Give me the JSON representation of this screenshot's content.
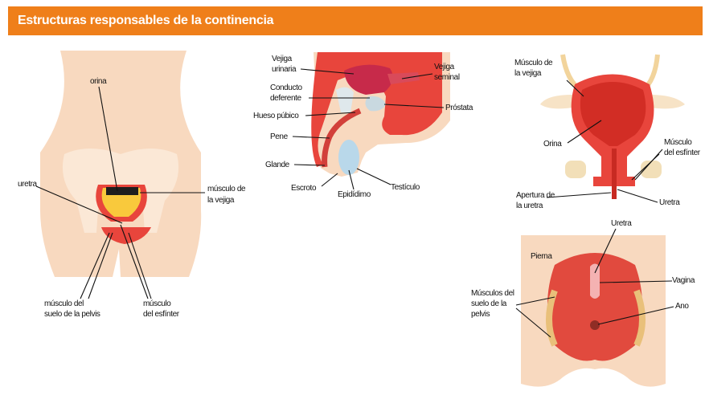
{
  "header": {
    "title": "Estructuras responsables de la continencia"
  },
  "colors": {
    "banner": "#ef7f1a",
    "skin": "#f8d9bf",
    "muscle": "#e8453c",
    "urine": "#f9c93c",
    "testis": "#b9d8ea"
  },
  "figure_female_front": {
    "labels": {
      "orina": "orina",
      "uretra": "uretra",
      "musculo_vejiga_1": "músculo de",
      "musculo_vejiga_2": "la vejiga",
      "suelo_pelvico_1": "músculo del",
      "suelo_pelvico_2": "suelo de la pelvis",
      "esfinter_1": "músculo",
      "esfinter_2": "del esfínter"
    }
  },
  "figure_male_section": {
    "labels": {
      "vejiga_1": "Vejiga",
      "vejiga_2": "urinaria",
      "conducto_1": "Conducto",
      "conducto_2": "deferente",
      "hueso": "Hueso púbico",
      "pene": "Pene",
      "glande": "Glande",
      "escroto": "Escroto",
      "epididimo": "Epidídimo",
      "testiculo": "Testículo",
      "vesicula_1": "Vejiga",
      "vesicula_2": "seminal",
      "prostata": "Próstata"
    }
  },
  "figure_bladder": {
    "labels": {
      "musculo_1": "Músculo de",
      "musculo_2": "la vejiga",
      "orina": "Orina",
      "esfinter_1": "Músculo",
      "esfinter_2": "del esfínter",
      "apertura_1": "Apertura de",
      "apertura_2": "la uretra",
      "uretra": "Uretra"
    }
  },
  "figure_pelvic_floor": {
    "labels": {
      "uretra": "Uretra",
      "pierna": "Pierna",
      "vagina": "Vagina",
      "ano": "Ano",
      "musculos_1": "Músculos del",
      "musculos_2": "suelo de la",
      "musculos_3": "pelvis"
    }
  }
}
